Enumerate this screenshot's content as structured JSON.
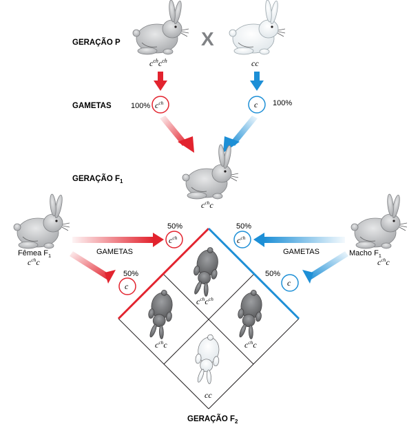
{
  "labels": {
    "p_generation": "GERAÇÃO P",
    "gametes": "GAMETAS",
    "f1_generation": "GERAÇÃO F",
    "f1_sub": "1",
    "f2_generation": "GERAÇÃO F",
    "f2_sub": "2",
    "cross": "X",
    "gametes_left": "GAMETAS",
    "gametes_right": "GAMETAS"
  },
  "parents": {
    "left_genotype": {
      "base": "c",
      "sup": "ch",
      "base2": "c",
      "sup2": "ch"
    },
    "right_genotype": "cc"
  },
  "p_gametes": {
    "left_percent": "100%",
    "left_allele": {
      "base": "c",
      "sup": "ch"
    },
    "right_allele": "c",
    "right_percent": "100%"
  },
  "f1": {
    "genotype": {
      "base": "c",
      "sup": "ch",
      "base2": "c"
    }
  },
  "female_f1": {
    "label": "Fêmea F",
    "sub": "1",
    "genotype": {
      "base": "c",
      "sup": "ch",
      "base2": "c"
    }
  },
  "male_f1": {
    "label": "Macho F",
    "sub": "1",
    "genotype": {
      "base": "c",
      "sup": "ch",
      "base2": "c"
    }
  },
  "f1_gametes": {
    "female_top": {
      "percent": "50%",
      "base": "c",
      "sup": "ch"
    },
    "female_bottom": {
      "percent": "50%",
      "base": "c"
    },
    "male_top": {
      "percent": "50%",
      "base": "c",
      "sup": "ch"
    },
    "male_bottom": {
      "percent": "50%",
      "base": "c"
    }
  },
  "punnett": {
    "top": {
      "base": "c",
      "sup": "ch",
      "base2": "c",
      "sup2": "ch"
    },
    "left": {
      "base": "c",
      "sup": "ch",
      "base2": "c"
    },
    "right": {
      "base": "c",
      "sup": "ch",
      "base2": "c"
    },
    "bottom": "cc"
  },
  "colors": {
    "red": "#e2232e",
    "blue": "#1d8fd6",
    "grey_rabbit": "#c8c9cb",
    "dark_rabbit": "#6d6e71",
    "white_rabbit": "#ffffff"
  }
}
